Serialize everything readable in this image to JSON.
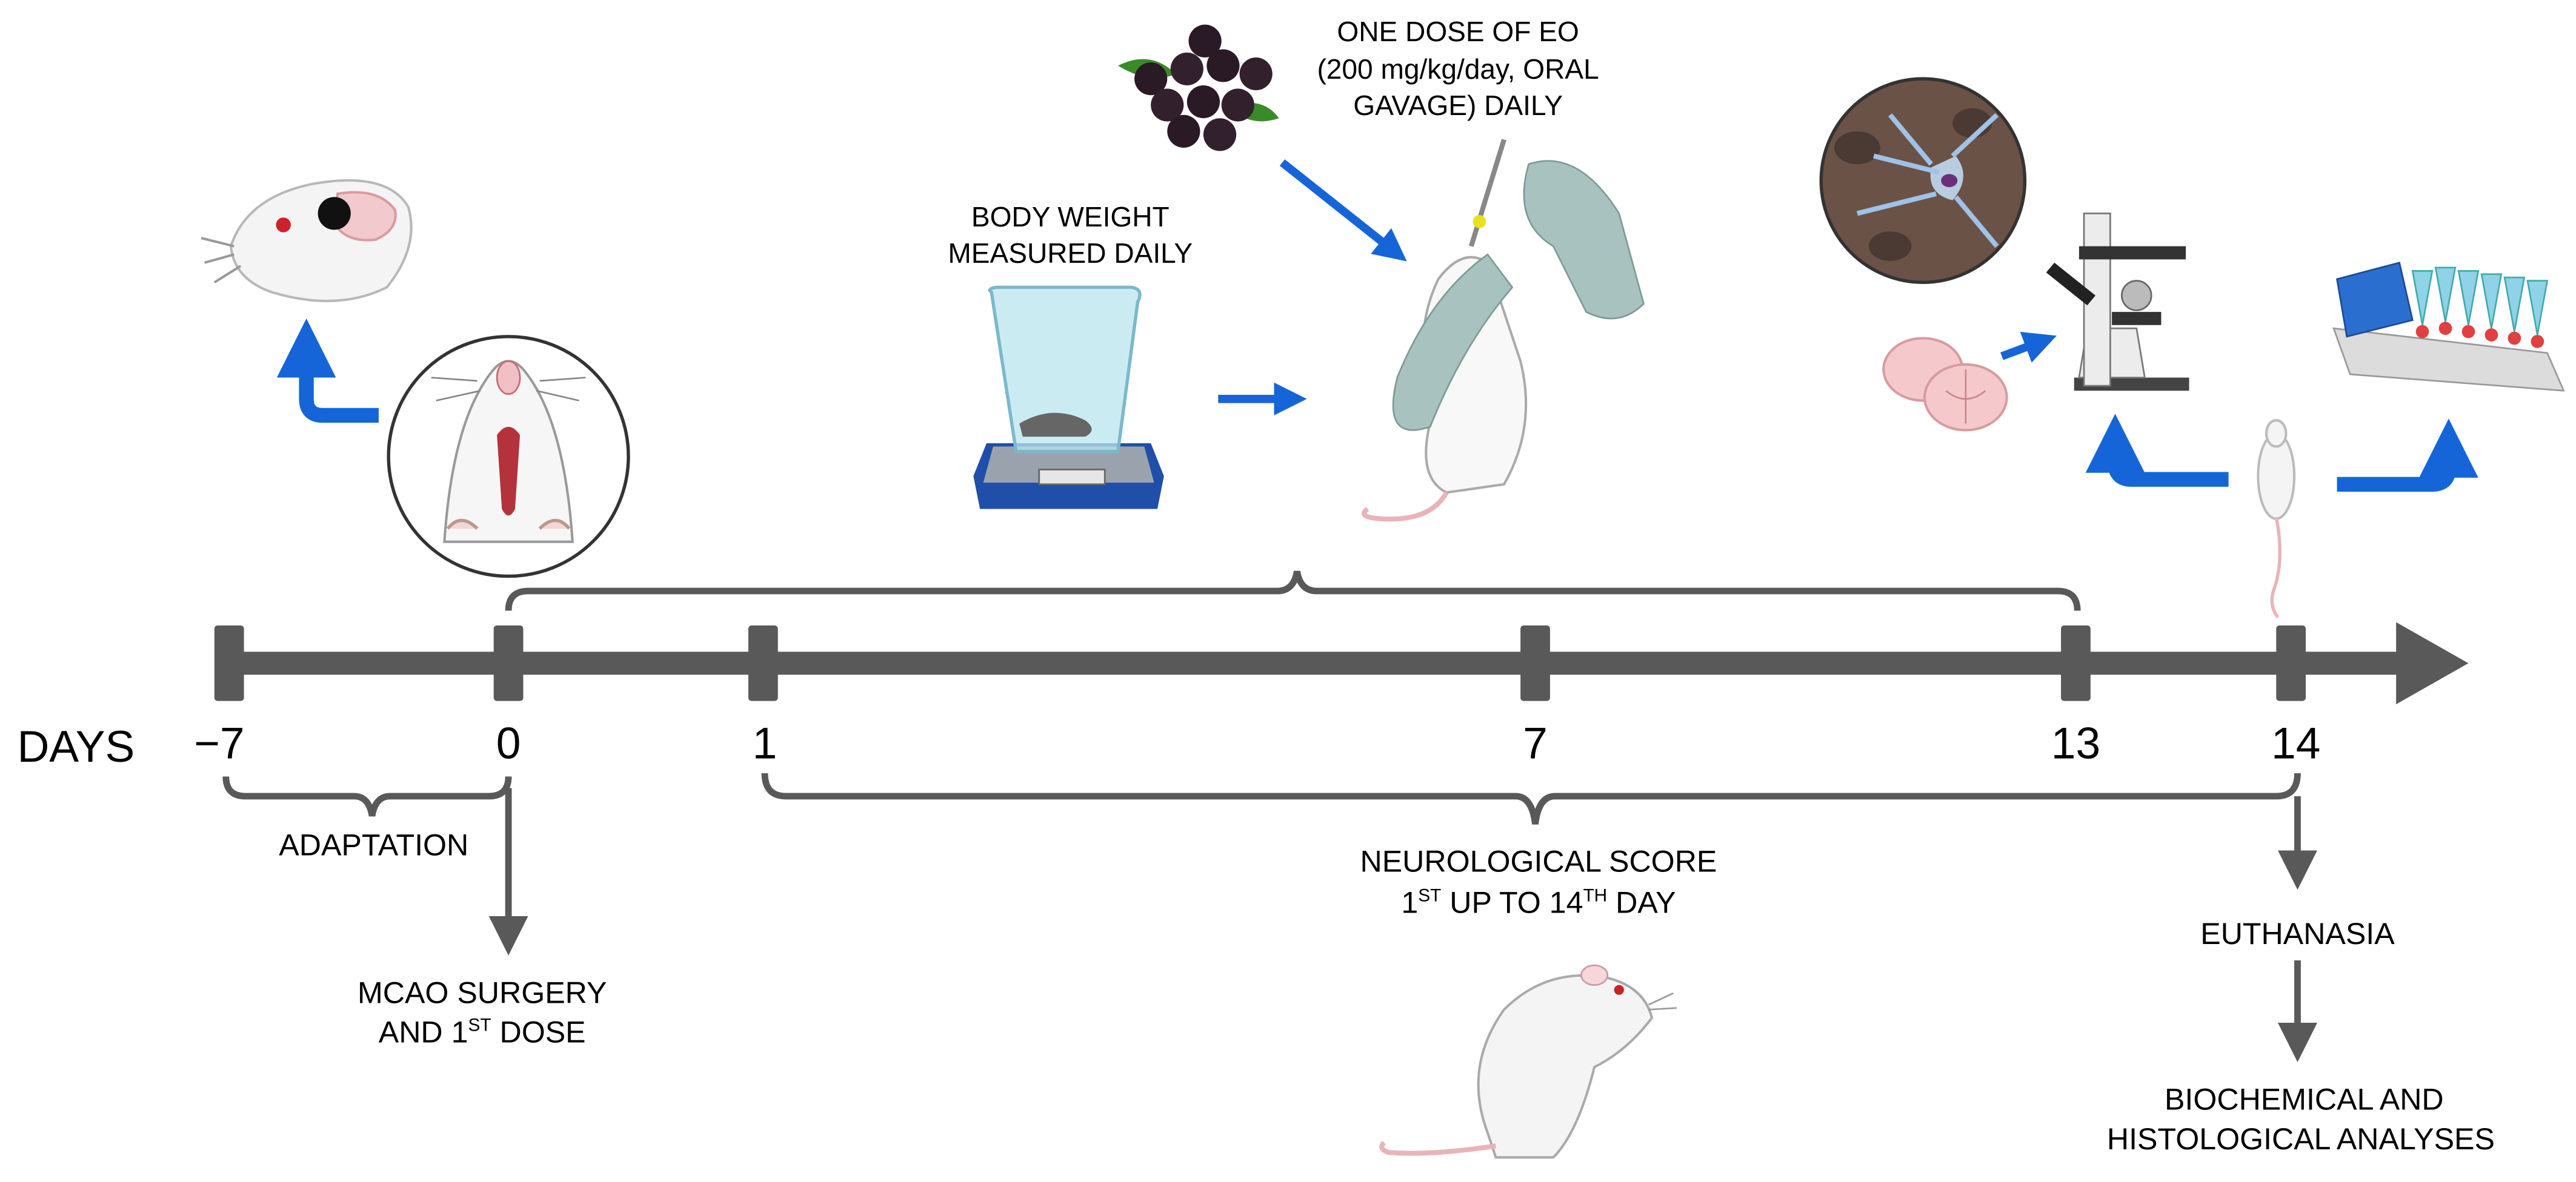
{
  "timeline": {
    "axis_label": "DAYS",
    "days": [
      "−7",
      "0",
      "1",
      "7",
      "13",
      "14"
    ]
  },
  "annotations": {
    "adaptation": "ADAPTATION",
    "surgery_line1": "MCAO SURGERY",
    "surgery_line2_pre": "AND 1",
    "surgery_line2_sup": "ST",
    "surgery_line2_post": " DOSE",
    "body_weight_line1": "BODY WEIGHT",
    "body_weight_line2": "MEASURED DAILY",
    "dose_line1": "ONE DOSE OF EO",
    "dose_line2": "(200 mg/kg/day, ORAL",
    "dose_line3": "GAVAGE) DAILY",
    "neuro_line1": "NEUROLOGICAL SCORE",
    "neuro_line2_a": "1",
    "neuro_line2_sup1": "ST",
    "neuro_line2_b": " UP TO 14",
    "neuro_line2_sup2": "TH",
    "neuro_line2_c": " DAY",
    "euthanasia": "EUTHANASIA",
    "analyses_line1": "BIOCHEMICAL AND",
    "analyses_line2": "HISTOLOGICAL ANALYSES"
  },
  "icons": [
    "rat-head-brain-icon",
    "rat-surgery-icon",
    "acai-berries-icon",
    "scale-beaker-icon",
    "gavage-gloved-hand-icon",
    "neuron-micrograph-icon",
    "brain-slices-icon",
    "microscope-icon",
    "rat-body-icon",
    "centrifuge-icon",
    "standing-rat-icon"
  ],
  "colors": {
    "timeline": "#595959",
    "blue_arrow": "#1565d8",
    "text": "#000000"
  }
}
